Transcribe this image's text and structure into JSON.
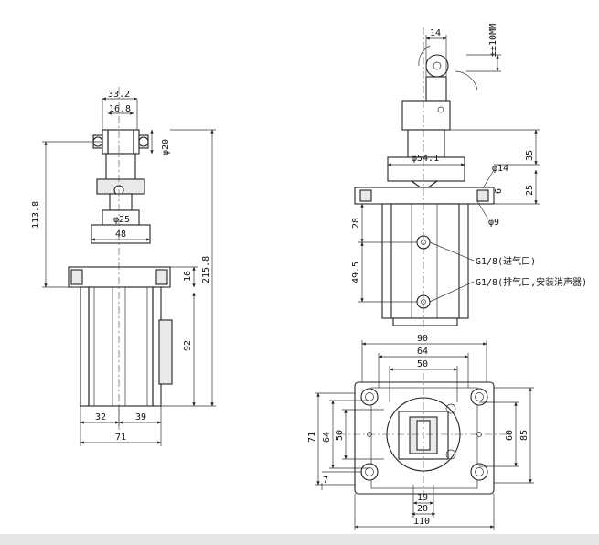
{
  "front_view": {
    "d_33_2": "33.2",
    "d_16_8": "16.8",
    "d_phi20": "φ20",
    "d_113_8": "113.8",
    "d_phi25": "φ25",
    "d_48": "48",
    "d_16": "16",
    "d_215_8": "215.8",
    "d_92": "92",
    "d_32": "32",
    "d_39": "39",
    "d_71": "71"
  },
  "side_view": {
    "d_14": "14",
    "d_stroke": "±±10MM",
    "d_35": "35",
    "d_phi54_1": "φ54.1",
    "d_phi14": "φ14",
    "d_6": "6",
    "d_25": "25",
    "d_28": "28",
    "d_phi9": "φ9",
    "d_49_5": "49.5",
    "port_1": "G1/8(进气口)",
    "port_2": "G1/8(排气口,安装消声器)"
  },
  "top_view": {
    "d_90": "90",
    "d_64": "64",
    "d_50": "50",
    "d_71": "71",
    "d_64_v": "64",
    "d_50_v": "50",
    "d_60": "60",
    "d_85": "85",
    "d_7": "7",
    "d_19": "19",
    "d_20": "20",
    "d_110": "110"
  }
}
